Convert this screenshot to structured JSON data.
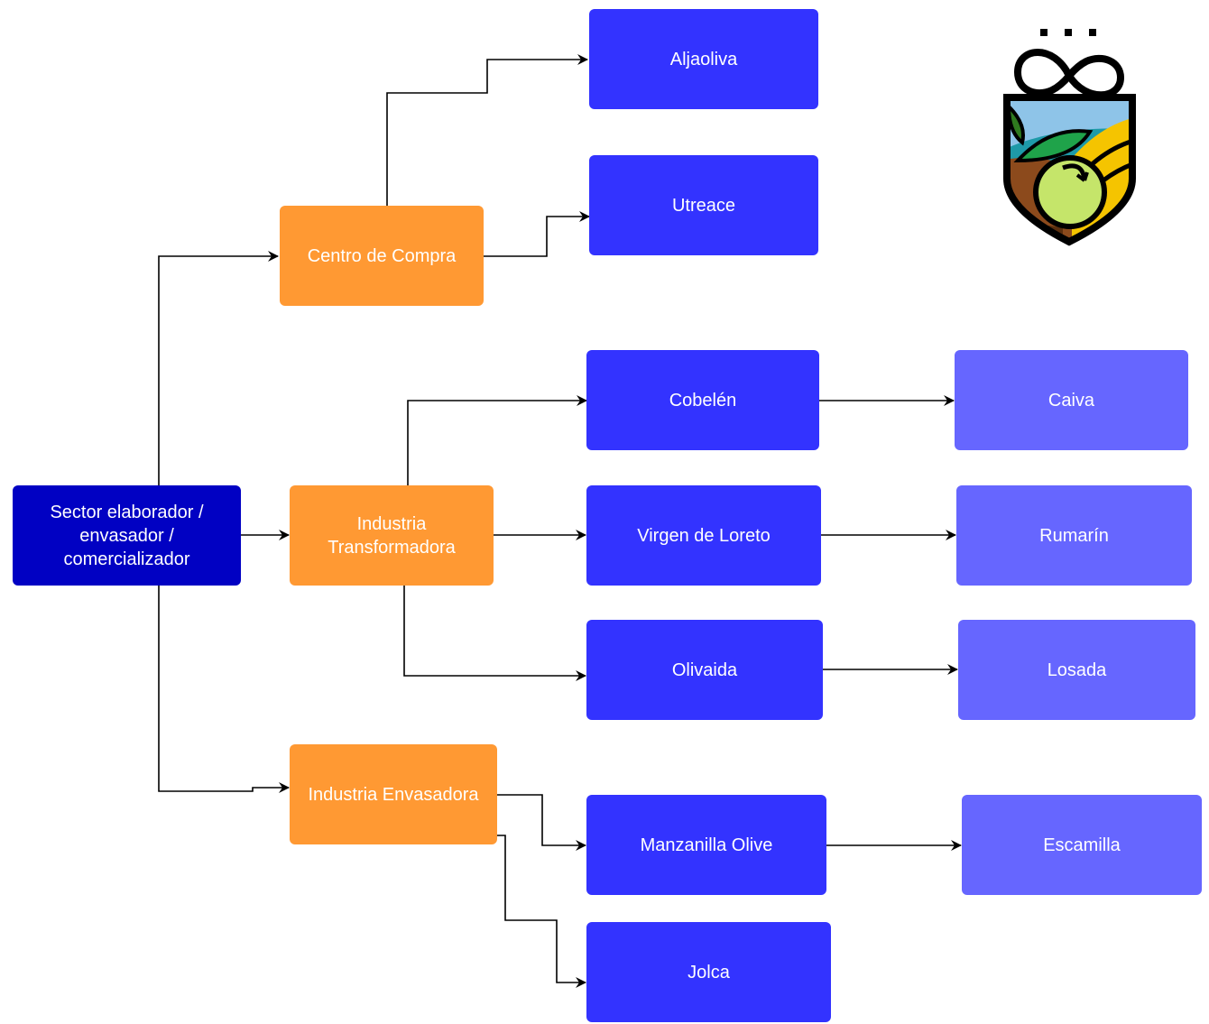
{
  "diagram": {
    "root": {
      "label": "Sector elaborador /\nenvasador  /\ncomercializador"
    },
    "categories": {
      "centro_compra": "Centro de Compra",
      "industria_transformadora": "Industria\nTransformadora",
      "industria_envasadora": "Industria Envasadora"
    },
    "companies": {
      "aljaoliva": "Aljaoliva",
      "utreace": "Utreace",
      "cobelen": "Cobelén",
      "virgen_loreto": "Virgen de Loreto",
      "olivaida": "Olivaida",
      "manzanilla_olive": "Manzanilla Olive",
      "jolca": "Jolca"
    },
    "brands": {
      "caiva": "Caiva",
      "rumarin": "Rumarín",
      "losada": "Losada",
      "escamilla": "Escamilla"
    }
  },
  "colors": {
    "root": "#0101C3",
    "category": "#FF9933",
    "company": "#3333FF",
    "brand": "#6666FF",
    "connector": "#000000"
  },
  "logo": {
    "icon": "olive-shield-logo-icon"
  }
}
